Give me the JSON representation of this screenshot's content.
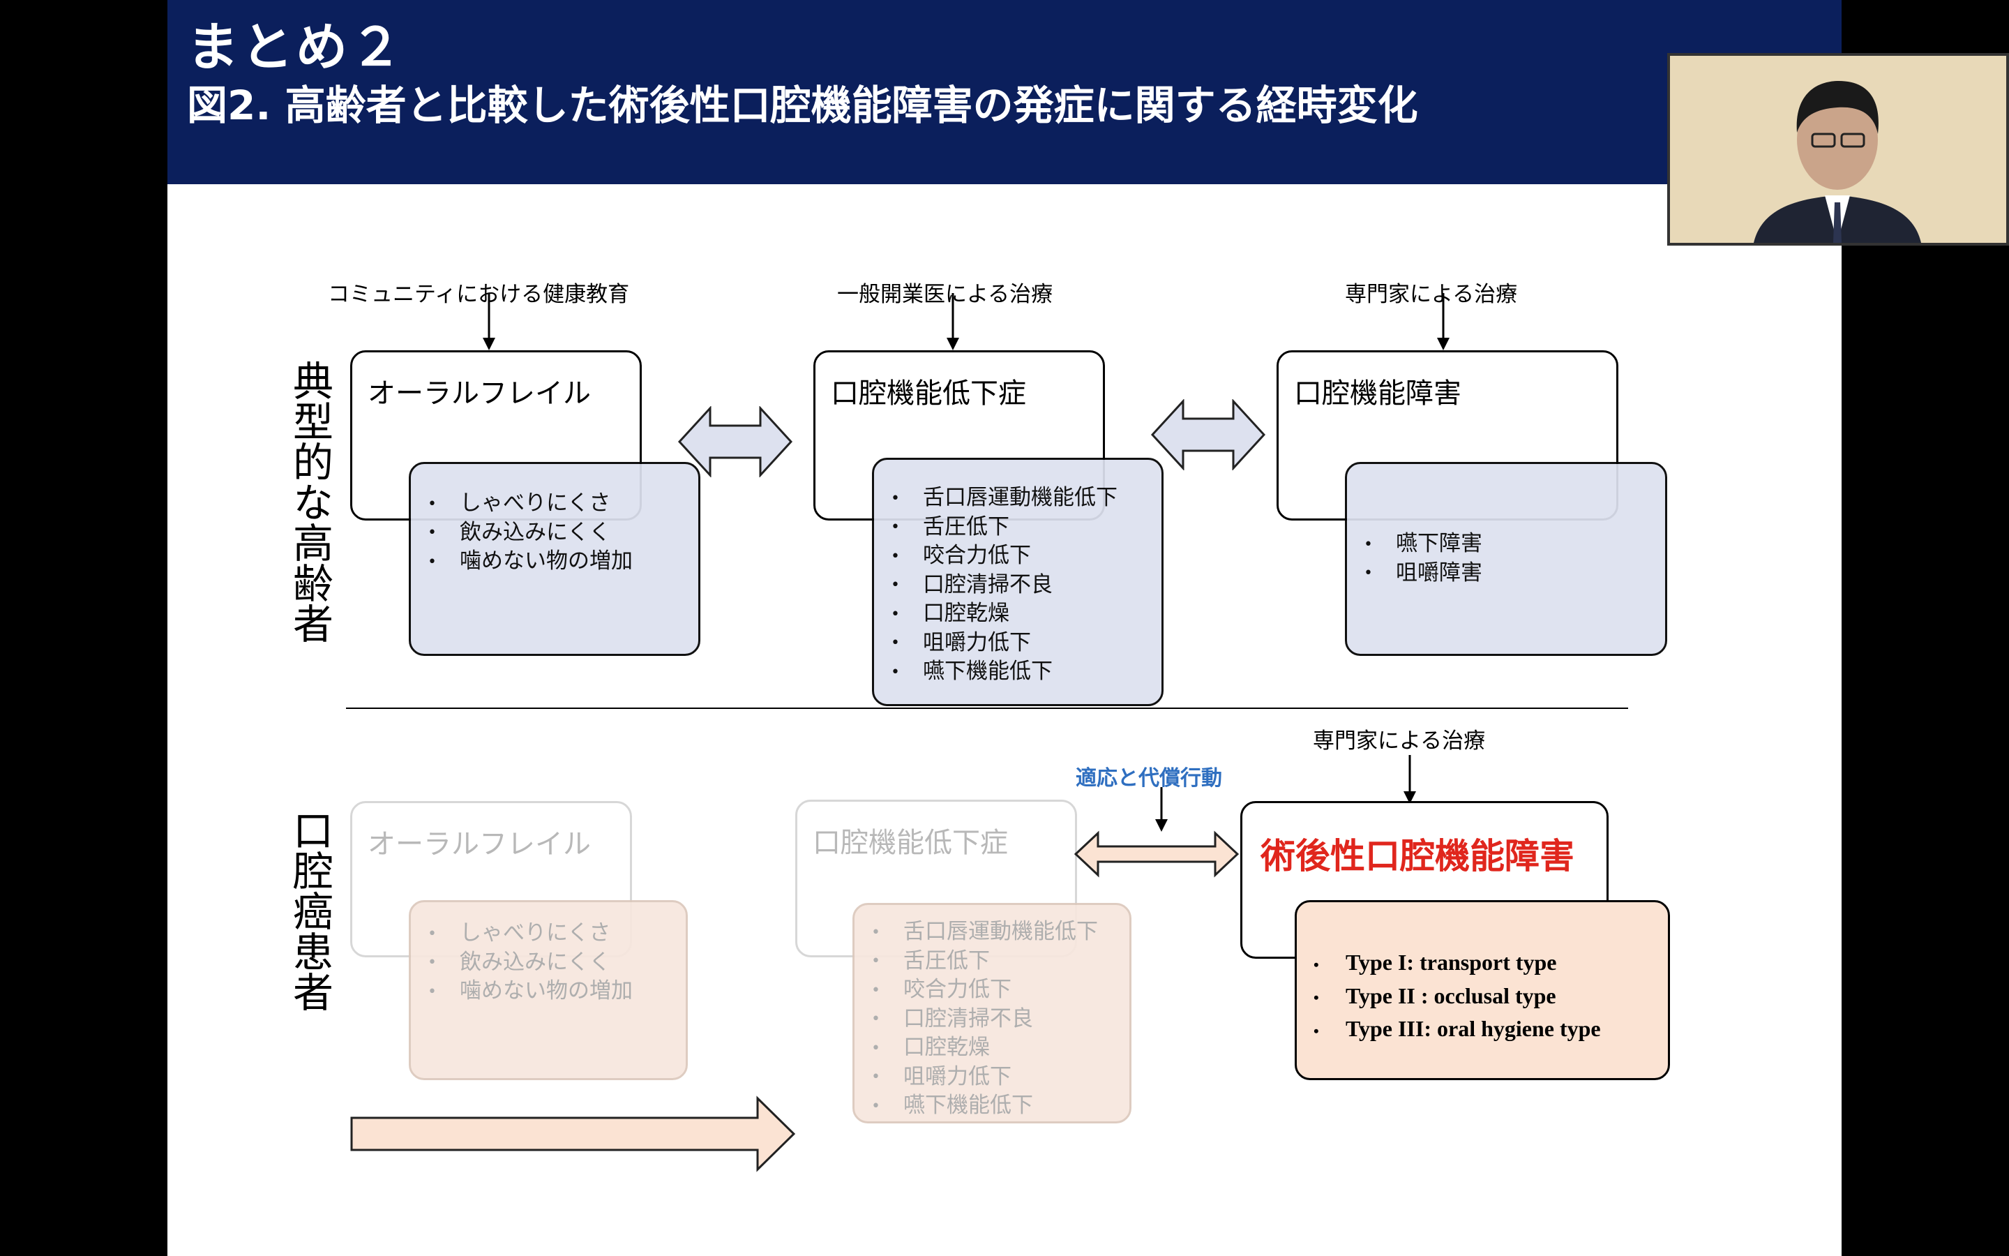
{
  "slide": {
    "title": "まとめ２",
    "subtitle": "図2. 高齢者と比較した術後性口腔機能障害の発症に関する経時変化"
  },
  "typical": {
    "row_label": "典型的な高齢者",
    "stage_labels": [
      "コミュニティにおける健康教育",
      "一般開業医による治療",
      "専門家による治療"
    ],
    "boxes": [
      {
        "title": "オーラルフレイル",
        "items": [
          "しゃべりにくさ",
          "飲み込みにくく",
          "噛めない物の増加"
        ]
      },
      {
        "title": "口腔機能低下症",
        "items": [
          "舌口唇運動機能低下",
          "舌圧低下",
          "咬合力低下",
          "口腔清掃不良",
          "口腔乾燥",
          "咀嚼力低下",
          "嚥下機能低下"
        ]
      },
      {
        "title": "口腔機能障害",
        "items": [
          "嚥下障害",
          "咀嚼障害"
        ]
      }
    ]
  },
  "cancer": {
    "row_label": "口腔癌患者",
    "stage_label": "専門家による治療",
    "adaptation_label": "適応と代償行動",
    "faded_boxes": [
      {
        "title": "オーラルフレイル",
        "items": [
          "しゃべりにくさ",
          "飲み込みにくく",
          "噛めない物の増加"
        ]
      },
      {
        "title": "口腔機能低下症",
        "items": [
          "舌口唇運動機能低下",
          "舌圧低下",
          "咬合力低下",
          "口腔清掃不良",
          "口腔乾燥",
          "咀嚼力低下",
          "嚥下機能低下"
        ]
      }
    ],
    "main_box": {
      "title": "術後性口腔機能障害",
      "types": [
        "Type I: transport type",
        "Type II : occlusal type",
        "Type III: oral hygiene type"
      ]
    }
  },
  "colors": {
    "header": "#0b1f5c",
    "box_fill": "#dde1ef",
    "peach": "#fbe3d3",
    "red_title": "#e0261d",
    "blue_label": "#2f6fc0"
  },
  "video": {
    "content": "presenter webcam"
  }
}
